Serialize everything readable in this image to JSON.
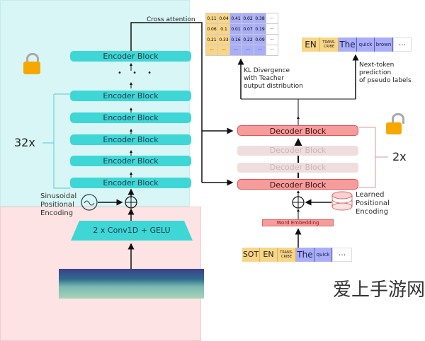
{
  "encoder": {
    "blocks": [
      "Encoder Block",
      "Encoder Block",
      "Encoder Block",
      "Encoder Block",
      "Encoder Block",
      "Encoder Block"
    ],
    "dots": "• • •",
    "repeat": "32x",
    "pos_enc": "Sinusoidal\nPositional\nEncoding",
    "conv": "2 x Conv1D + GELU"
  },
  "cross_attention": "Cross attention",
  "decoder": {
    "top": "Decoder Block",
    "faded": [
      "Decoder Block",
      "Decoder Block"
    ],
    "bottom": "Decoder Block",
    "repeat": "2x",
    "pos_enc": "Learned\nPositional\nEncoding",
    "embedding": "Word Embedding"
  },
  "kl_label": "KL Divergence\nwith Teacher\noutput distribution",
  "ntp_label": "Next-token\nprediction\nof pseudo labels",
  "matrix": [
    [
      "0.11",
      "0.04",
      "0.41",
      "0.02",
      "0.38",
      "···"
    ],
    [
      "0.06",
      "0.1",
      "0.01",
      "0.07",
      "0.19",
      "···"
    ],
    [
      "0.21",
      "0.33",
      "0.16",
      "0.22",
      "0.09",
      "···"
    ],
    [
      "···",
      "···",
      "···",
      "···",
      "···",
      "···"
    ]
  ],
  "output_tokens": [
    "EN",
    "TRANS-\nCRIBE",
    "The",
    "quick",
    "brown",
    "···"
  ],
  "input_tokens": [
    "SOT",
    "EN",
    "TRANS-\nCRIBE",
    "The",
    "quick",
    "···"
  ],
  "watermark": "爱上手游网",
  "colors": {
    "encoder": "#3fd6d6",
    "decoder": "#f69c9c",
    "special_token": "#f9d586",
    "text_token": "#a9aef7"
  }
}
